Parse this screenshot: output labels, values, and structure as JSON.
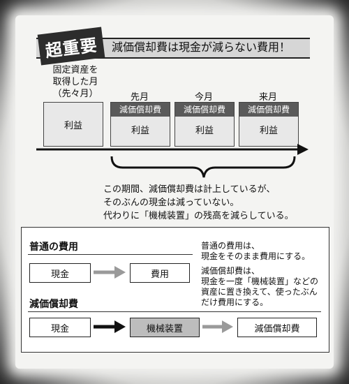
{
  "header": {
    "badge": "超重要",
    "headline": "減価償却費は現金が減らない費用！"
  },
  "timeline": {
    "acquisition_label_lines": [
      "固定資産を",
      "取得した月",
      "（先々月）"
    ],
    "acquisition_box": "利益",
    "months": [
      {
        "label": "先月",
        "depreciation": "減価償却費",
        "profit": "利益"
      },
      {
        "label": "今月",
        "depreciation": "減価償却費",
        "profit": "利益"
      },
      {
        "label": "来月",
        "depreciation": "減価償却費",
        "profit": "利益"
      }
    ]
  },
  "note_lines": [
    "この期間、減価償却費は計上しているが、",
    "そのぶんの現金は減っていない。",
    "代わりに「機械装置」の残高を減らしている。"
  ],
  "panel": {
    "normal": {
      "title": "普通の費用",
      "from": "現金",
      "to": "費用",
      "desc_lines": [
        "普通の費用は、",
        "現金をそのまま費用にする。"
      ]
    },
    "depreciation": {
      "title": "減価償却費",
      "from": "現金",
      "middle": "機械装置",
      "to": "減価償却費",
      "desc_lines": [
        "減価償却費は、",
        "現金を一度「機械装置」などの",
        "資産に置き換えて、使ったぶん",
        "だけ費用にする。"
      ]
    }
  },
  "colors": {
    "badge_bg": "#2c2c2c",
    "depreciation_bar": "#5a5a5a",
    "arrow_gray": "#9a9a9a",
    "arrow_black": "#111111",
    "asset_box": "#bdbdbd"
  }
}
